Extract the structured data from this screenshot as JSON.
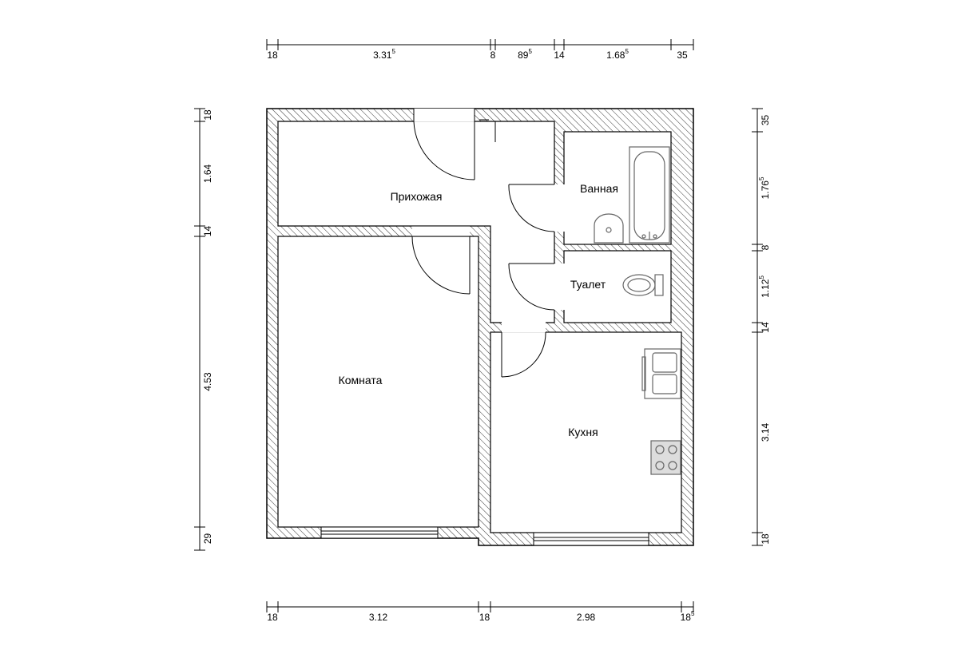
{
  "rooms": {
    "hallway": "Прихожая",
    "bathroom": "Ванная",
    "toilet": "Туалет",
    "room": "Комната",
    "kitchen": "Кухня"
  },
  "dimensions": {
    "top": [
      {
        "v": "18"
      },
      {
        "v": "3.31",
        "sup": "5"
      },
      {
        "v": "8"
      },
      {
        "v": "89",
        "sup": "5"
      },
      {
        "v": "14"
      },
      {
        "v": "1.68",
        "sup": "5"
      },
      {
        "v": "35"
      }
    ],
    "bottom": [
      {
        "v": "18"
      },
      {
        "v": "3.12"
      },
      {
        "v": "18"
      },
      {
        "v": "2.98"
      },
      {
        "v": "18",
        "sup": "5"
      }
    ],
    "left": [
      {
        "v": "18"
      },
      {
        "v": "1.64"
      },
      {
        "v": "14"
      },
      {
        "v": "4.53"
      },
      {
        "v": "29"
      }
    ],
    "right": [
      {
        "v": "35"
      },
      {
        "v": "1.76",
        "sup": "5"
      },
      {
        "v": "8"
      },
      {
        "v": "1.12",
        "sup": "5"
      },
      {
        "v": "14"
      },
      {
        "v": "3.14"
      },
      {
        "v": "18"
      }
    ]
  },
  "colors": {
    "wall_hatch": "#000000",
    "fixture": "#666666"
  }
}
